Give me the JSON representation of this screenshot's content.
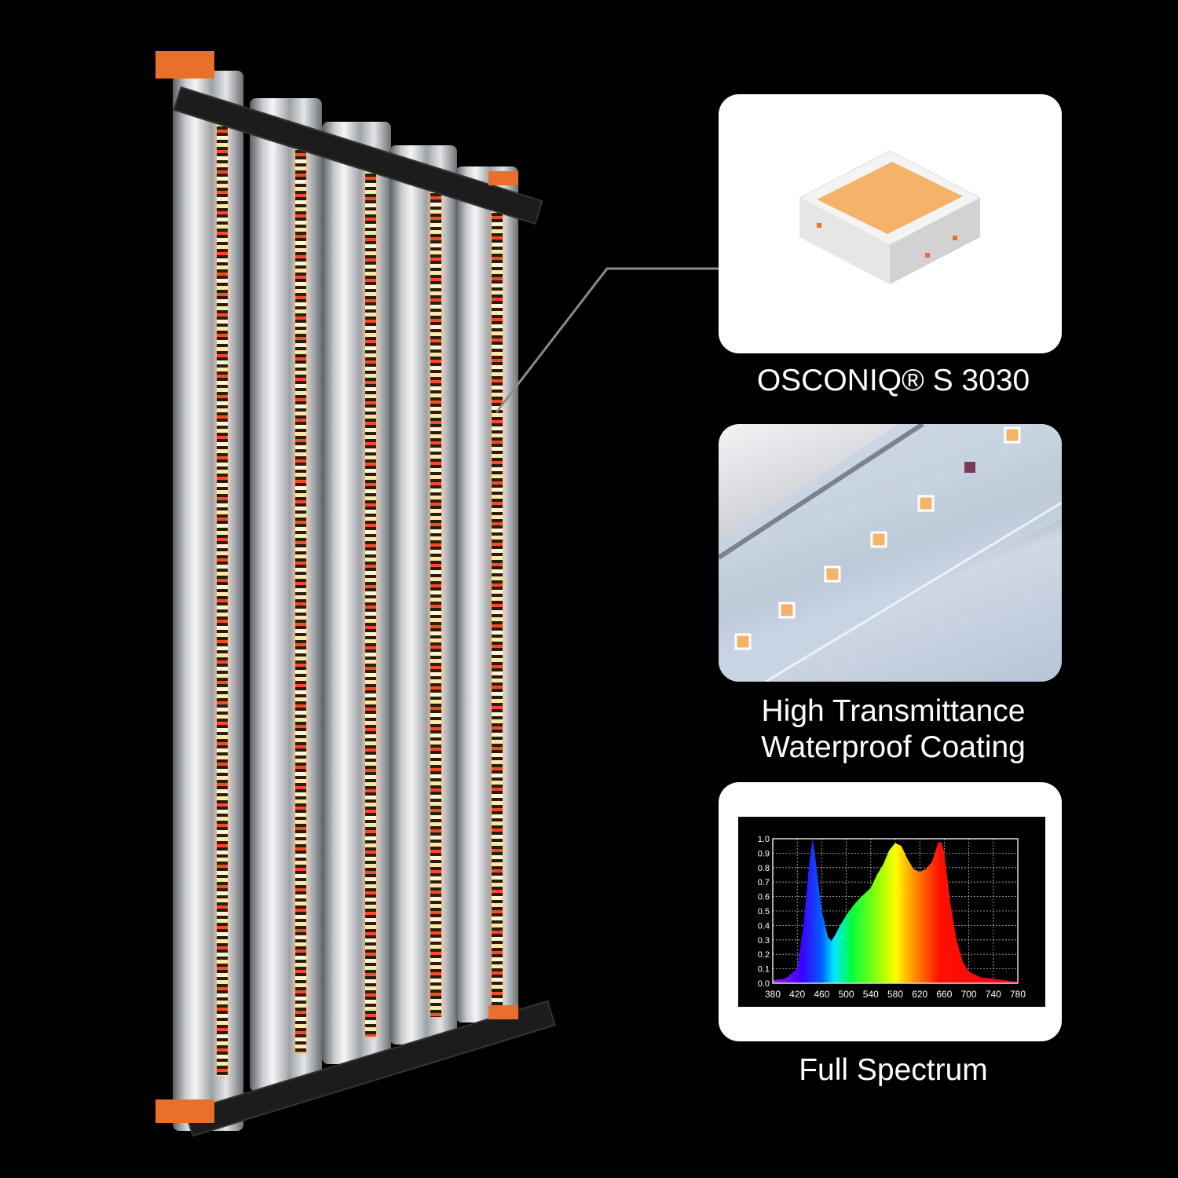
{
  "features": [
    {
      "title": "OSCONIQ® S 3030"
    },
    {
      "title_line1": "High Transmittance",
      "title_line2": "Waterproof Coating"
    },
    {
      "title": "Full Spectrum"
    }
  ],
  "colors": {
    "background": "#000000",
    "accent": "#e8702a",
    "card": "#ffffff"
  },
  "chart_data": {
    "type": "area",
    "title": "",
    "xlabel": "",
    "ylabel": "",
    "xlim": [
      380,
      780
    ],
    "ylim": [
      0,
      1.0
    ],
    "x_ticks": [
      "380",
      "420",
      "460",
      "500",
      "540",
      "580",
      "620",
      "660",
      "700",
      "740",
      "780"
    ],
    "y_ticks": [
      "0.0",
      "0.1",
      "0.2",
      "0.3",
      "0.4",
      "0.5",
      "0.6",
      "0.7",
      "0.8",
      "0.9",
      "1.0"
    ],
    "grid": true,
    "x": [
      380,
      400,
      420,
      430,
      440,
      445,
      450,
      460,
      470,
      475,
      480,
      490,
      500,
      510,
      520,
      530,
      540,
      550,
      560,
      570,
      580,
      590,
      600,
      610,
      620,
      630,
      640,
      650,
      655,
      660,
      670,
      680,
      690,
      700,
      720,
      740,
      780
    ],
    "y": [
      0.02,
      0.03,
      0.1,
      0.4,
      0.85,
      1.0,
      0.85,
      0.5,
      0.32,
      0.29,
      0.32,
      0.4,
      0.47,
      0.53,
      0.58,
      0.62,
      0.66,
      0.75,
      0.82,
      0.92,
      0.97,
      0.95,
      0.86,
      0.79,
      0.77,
      0.79,
      0.84,
      0.97,
      0.98,
      0.9,
      0.55,
      0.3,
      0.15,
      0.08,
      0.04,
      0.03,
      0.01
    ]
  }
}
